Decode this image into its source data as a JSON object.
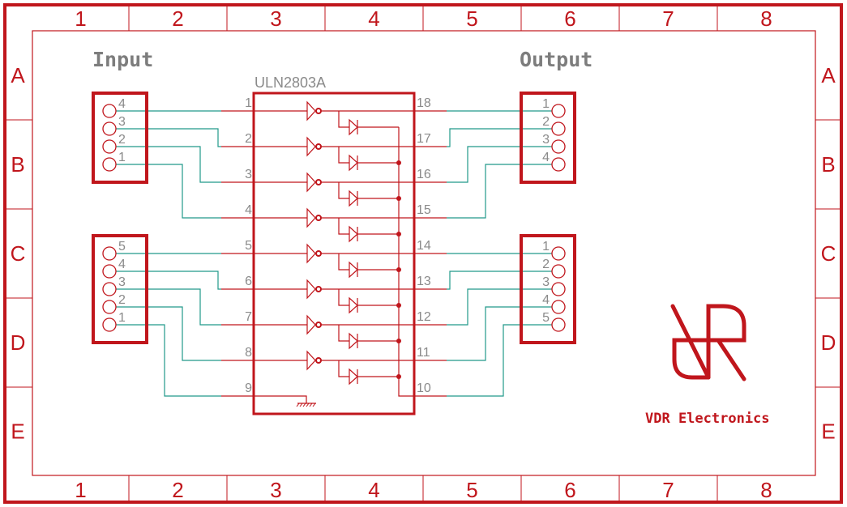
{
  "sheet": {
    "columns": [
      "1",
      "2",
      "3",
      "4",
      "5",
      "6",
      "7",
      "8"
    ],
    "rows": [
      "A",
      "B",
      "C",
      "D",
      "E"
    ]
  },
  "colors": {
    "frame": "#c0161c",
    "net": "#21998a",
    "text_gray": "#8a8a8a",
    "title_gray": "#7d7d7d"
  },
  "labels": {
    "input_title": "Input",
    "output_title": "Output",
    "ic_name": "ULN2803A",
    "brand": "VDR Electronics"
  },
  "ic": {
    "left_pins": [
      "1",
      "2",
      "3",
      "4",
      "5",
      "6",
      "7",
      "8",
      "9"
    ],
    "right_pins": [
      "18",
      "17",
      "16",
      "15",
      "14",
      "13",
      "12",
      "11",
      "10"
    ],
    "channels": 8
  },
  "connectors": {
    "input_top": {
      "pins": [
        "4",
        "3",
        "2",
        "1"
      ],
      "ic_pins": [
        "1",
        "2",
        "3",
        "4"
      ]
    },
    "input_bottom": {
      "pins": [
        "5",
        "4",
        "3",
        "2",
        "1"
      ],
      "ic_pins": [
        "5",
        "6",
        "7",
        "8",
        "9"
      ]
    },
    "output_top": {
      "pins": [
        "1",
        "2",
        "3",
        "4"
      ],
      "ic_pins": [
        "18",
        "17",
        "16",
        "15"
      ]
    },
    "output_bottom": {
      "pins": [
        "1",
        "2",
        "3",
        "4",
        "5"
      ],
      "ic_pins": [
        "14",
        "13",
        "12",
        "11",
        "10"
      ]
    }
  }
}
